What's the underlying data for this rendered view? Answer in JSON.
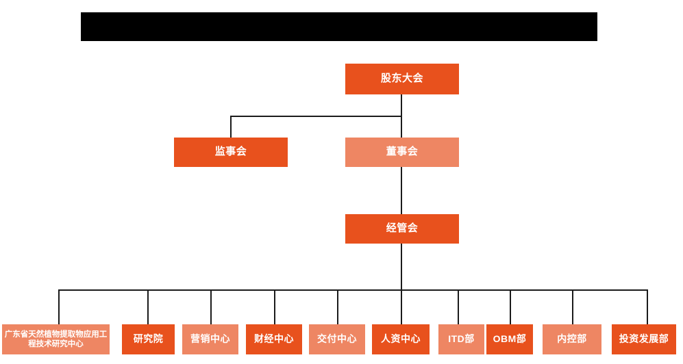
{
  "header": {
    "banner_text": "",
    "banner_color": "#000000"
  },
  "colors": {
    "dark_orange": "#E8511D",
    "light_salmon": "#EE8663",
    "connector": "#1a1a1a",
    "background": "#ffffff",
    "label_text": "#ffffff"
  },
  "chart": {
    "type": "org-chart",
    "levels": [
      {
        "level": 1,
        "nodes": [
          {
            "id": "shareholders-meeting",
            "label": "股东大会",
            "style": "dark"
          }
        ]
      },
      {
        "level": 2,
        "nodes": [
          {
            "id": "board-of-supervisors",
            "label": "监事会",
            "style": "dark"
          },
          {
            "id": "board-of-directors",
            "label": "董事会",
            "style": "light"
          }
        ]
      },
      {
        "level": 3,
        "nodes": [
          {
            "id": "management-committee",
            "label": "经管会",
            "style": "dark"
          }
        ]
      },
      {
        "level": 4,
        "nodes": [
          {
            "id": "guangdong-research-center",
            "label": "广东省天然植物提取物应用工程技术研究中心",
            "style": "light"
          },
          {
            "id": "research-institute",
            "label": "研究院",
            "style": "dark"
          },
          {
            "id": "marketing-center",
            "label": "营销中心",
            "style": "light"
          },
          {
            "id": "finance-center",
            "label": "财经中心",
            "style": "dark"
          },
          {
            "id": "delivery-center",
            "label": "交付中心",
            "style": "light"
          },
          {
            "id": "hr-center",
            "label": "人资中心",
            "style": "dark"
          },
          {
            "id": "itd-department",
            "label": "ITD部",
            "style": "light"
          },
          {
            "id": "obm-department",
            "label": "OBM部",
            "style": "dark"
          },
          {
            "id": "internal-control-department",
            "label": "内控部",
            "style": "light"
          },
          {
            "id": "investment-development-department",
            "label": "投资发展部",
            "style": "dark"
          }
        ]
      }
    ]
  }
}
